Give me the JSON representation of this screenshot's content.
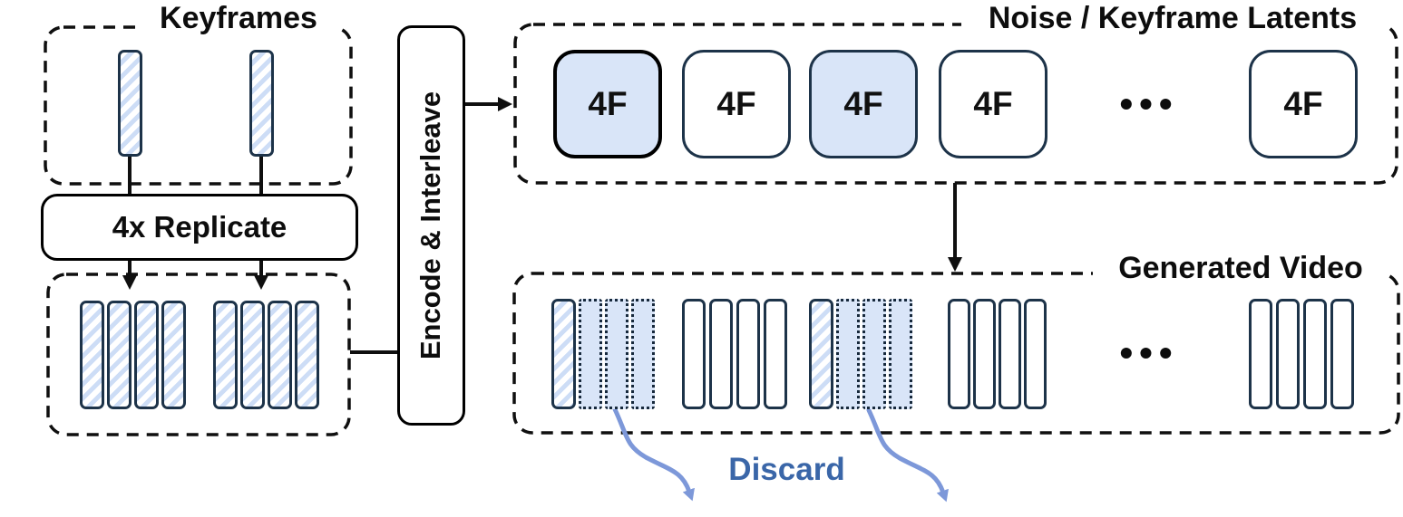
{
  "colors": {
    "outline_black": "#0f0f0f",
    "navy_border": "#1d3349",
    "latent_fill": "#d9e5f8",
    "hatch_stripe": "#cdddf6",
    "discard_text": "#3a66a8",
    "discard_arrow": "#7d98d9"
  },
  "keyframes_section": {
    "title": "Keyframes",
    "keyframe_count": 2
  },
  "replicate": {
    "label": "4x Replicate",
    "bars_per_group": 4,
    "group_count": 2
  },
  "encode": {
    "label": "Encode & Interleave"
  },
  "noise_latents": {
    "title": "Noise / Keyframe Latents",
    "ellipsis": "•••",
    "blocks": [
      {
        "label": "4F",
        "keyframe": true
      },
      {
        "label": "4F",
        "keyframe": false
      },
      {
        "label": "4F",
        "keyframe": true
      },
      {
        "label": "4F",
        "keyframe": false
      },
      {
        "label": "4F",
        "keyframe": false
      }
    ]
  },
  "generated_video": {
    "title": "Generated Video",
    "ellipsis": "•••",
    "discard_label": "Discard",
    "keyframe_group_pattern": [
      "hatched",
      "dotted",
      "dotted",
      "dotted"
    ],
    "plain_group_pattern": [
      "plain",
      "plain",
      "plain",
      "plain"
    ]
  }
}
